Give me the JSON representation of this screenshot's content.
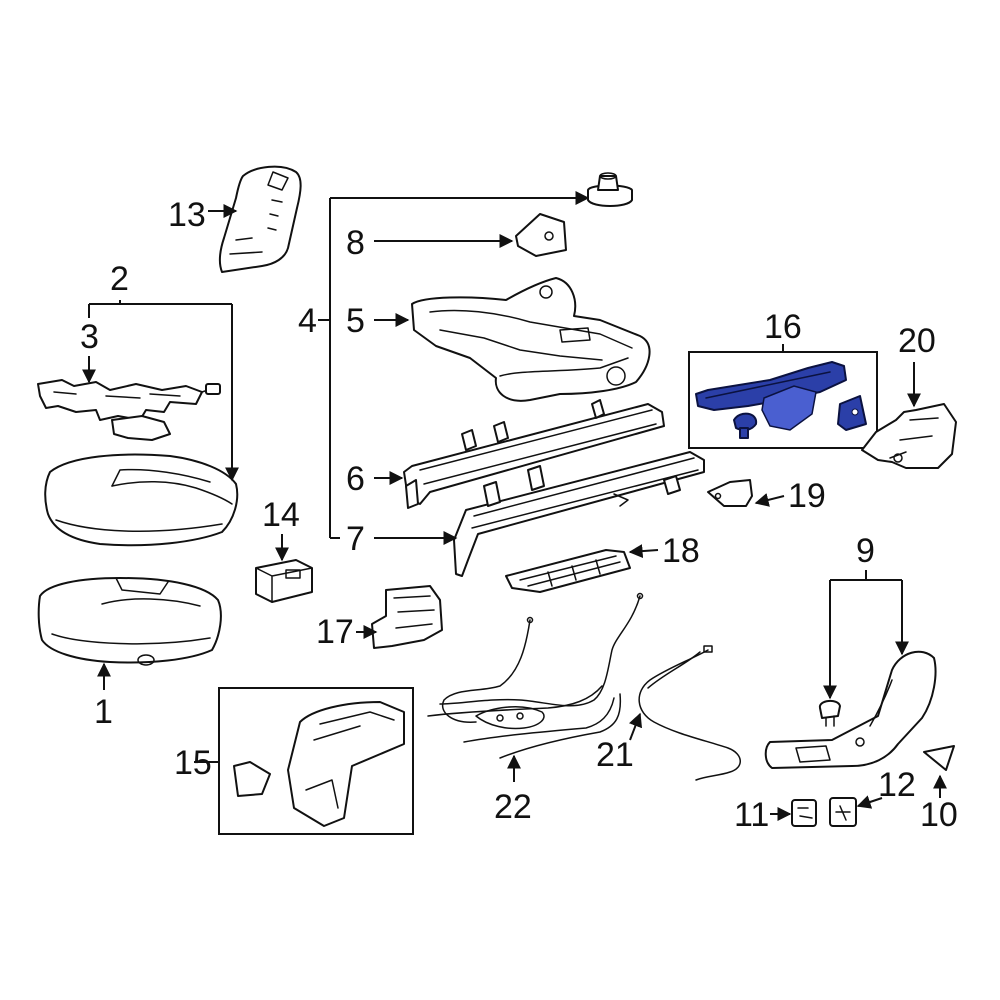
{
  "callouts": {
    "c1": "1",
    "c2": "2",
    "c3": "3",
    "c4": "4",
    "c5": "5",
    "c6": "6",
    "c7": "7",
    "c8": "8",
    "c9": "9",
    "c10": "10",
    "c11": "11",
    "c12": "12",
    "c13": "13",
    "c14": "14",
    "c15": "15",
    "c16": "16",
    "c17": "17",
    "c18": "18",
    "c19": "19",
    "c20": "20",
    "c21": "21",
    "c22": "22"
  },
  "colors": {
    "highlight": "#2b3fa8",
    "line": "#111111",
    "background": "#ffffff"
  }
}
